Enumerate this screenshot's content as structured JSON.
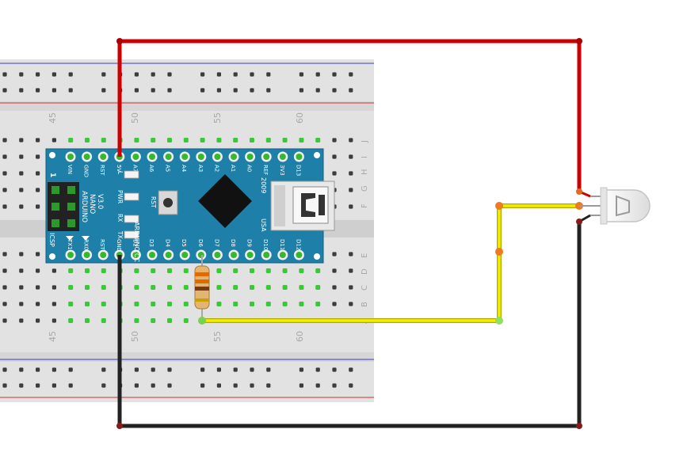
{
  "breadboard": {
    "column_numbers": [
      "45",
      "50",
      "55",
      "60"
    ],
    "row_letters_top": [
      "J",
      "I",
      "H",
      "G",
      "F"
    ],
    "row_letters_bottom": [
      "E",
      "D",
      "C",
      "B",
      "A"
    ]
  },
  "nano": {
    "title_lines": [
      "ARDUINO",
      "NANO",
      "V3.0"
    ],
    "website": "ARDUINO.CC",
    "year": "2009",
    "country": "USA",
    "icsp_label": "ICSP",
    "icsp_pin1": "1",
    "rst_button_label": "RST",
    "led_labels": [
      "L",
      "PWR",
      "RX",
      "TX"
    ],
    "top_pins": [
      "VIN",
      "GND",
      "RST",
      "5V",
      "A7",
      "A6",
      "A5",
      "A4",
      "A3",
      "A2",
      "A1",
      "A0",
      "REF",
      "3V3",
      "D13"
    ],
    "bottom_pins": [
      "TX1",
      "RX0",
      "RST",
      "GND",
      "D2",
      "D3",
      "D4",
      "D5",
      "D6",
      "D7",
      "D8",
      "D9",
      "D10",
      "D11",
      "D12"
    ]
  },
  "colors": {
    "wire_red": "#cc0000",
    "wire_black": "#222222",
    "wire_yellow": "#f2ee00",
    "board_blue": "#1e7fa8",
    "breadboard": "#e0e0e0",
    "rail_red": "#d33030",
    "rail_blue": "#3a3ad0"
  },
  "components": [
    "arduino-nano",
    "resistor",
    "led",
    "breadboard"
  ]
}
